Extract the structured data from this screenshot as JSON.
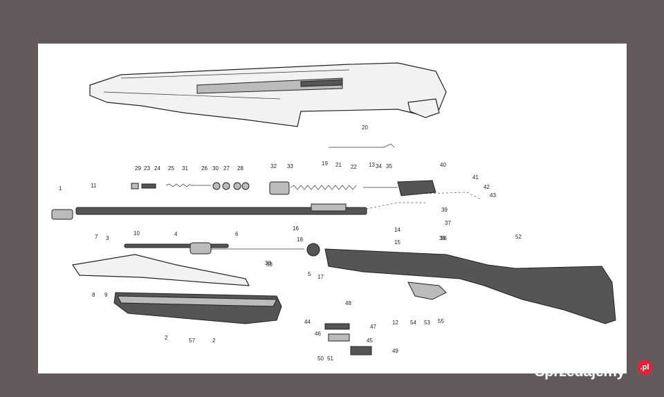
{
  "diagram": {
    "part_labels": [
      "1",
      "2",
      "2",
      "3",
      "4",
      "5",
      "6",
      "7",
      "8",
      "9",
      "10",
      "11",
      "12",
      "13",
      "14",
      "15",
      "16",
      "17",
      "18",
      "19",
      "20",
      "21",
      "22",
      "23",
      "24",
      "25",
      "26",
      "27",
      "28",
      "29",
      "30",
      "31",
      "32",
      "33",
      "34",
      "35",
      "36",
      "37",
      "38",
      "39",
      "40",
      "41",
      "42",
      "43",
      "44",
      "45",
      "46",
      "47",
      "48",
      "49",
      "50",
      "51",
      "52",
      "53",
      "54",
      "55",
      "56",
      "57",
      "58"
    ]
  },
  "watermark": {
    "text": "Sprzedajemy",
    "badge": ".pl"
  }
}
